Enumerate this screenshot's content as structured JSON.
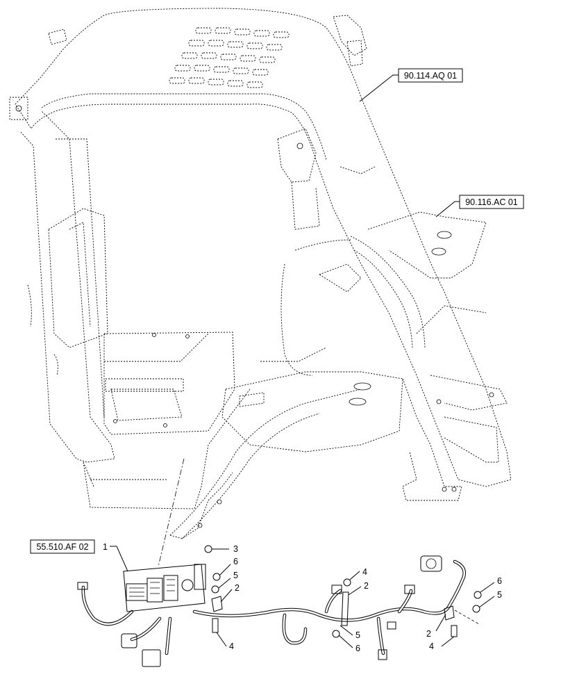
{
  "references": [
    {
      "id": "ref-cab-frame",
      "text": "90.114.AQ 01"
    },
    {
      "id": "ref-fender",
      "text": "90.116.AC 01"
    },
    {
      "id": "ref-harness",
      "text": "55.510.AF 02"
    }
  ],
  "callouts": {
    "c1": "1",
    "c3": "3",
    "c6a": "6",
    "c5a": "5",
    "c2a": "2",
    "c4a": "4",
    "c4b": "4",
    "c2b": "2",
    "c5b": "5",
    "c6b": "6",
    "c6c": "6",
    "c5c": "5",
    "c2c": "2",
    "c4c": "4"
  }
}
